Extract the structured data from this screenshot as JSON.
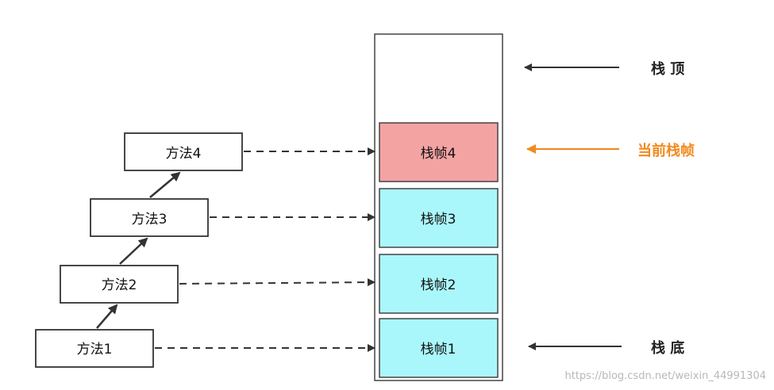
{
  "methods": [
    {
      "label": "方法1"
    },
    {
      "label": "方法2"
    },
    {
      "label": "方法3"
    },
    {
      "label": "方法4"
    }
  ],
  "frames": [
    {
      "label": "栈帧1",
      "color": "#aaf7fb"
    },
    {
      "label": "栈帧2",
      "color": "#aaf7fb"
    },
    {
      "label": "栈帧3",
      "color": "#aaf7fb"
    },
    {
      "label": "栈帧4",
      "color": "#f4a3a3"
    }
  ],
  "labels": {
    "top": "栈 顶",
    "current": "当前栈帧",
    "bottom": "栈 底"
  },
  "colors": {
    "current_frame_accent": "#f28a1e",
    "line": "#333333"
  },
  "watermark": "https://blog.csdn.net/weixin_44991304"
}
